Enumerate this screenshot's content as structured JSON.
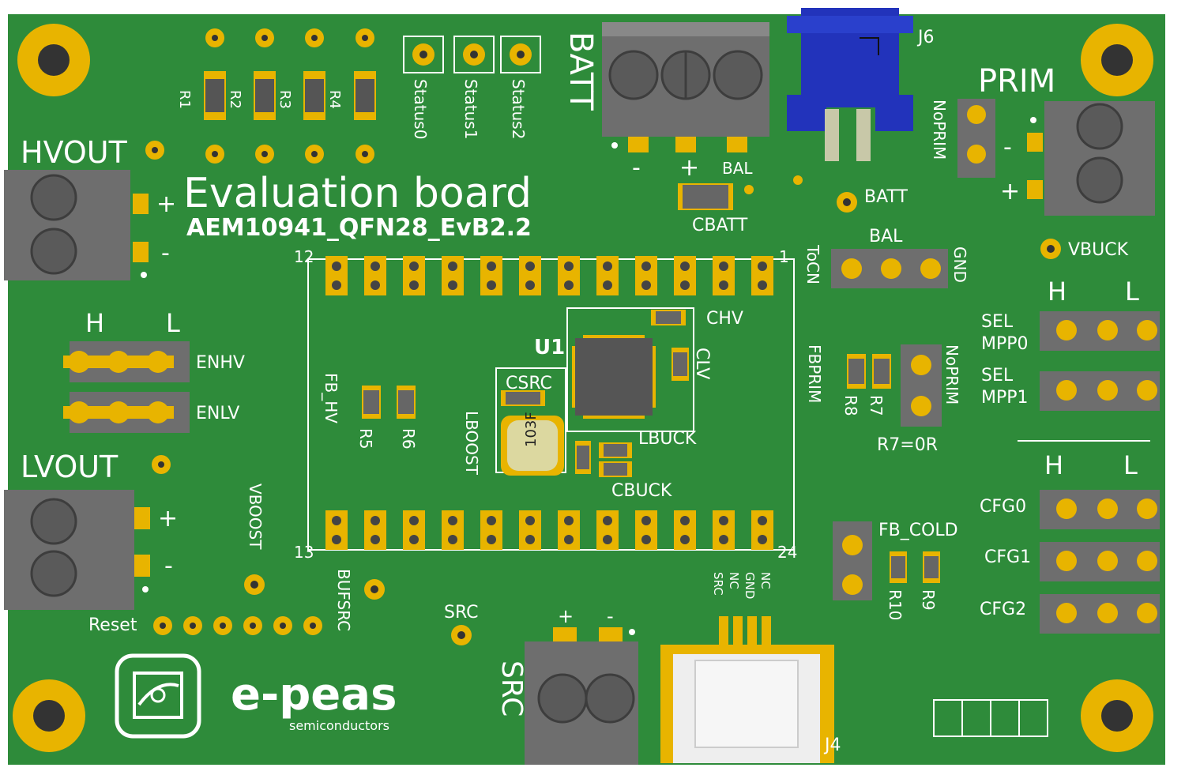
{
  "board": {
    "title": "Evaluation board",
    "part_number": "AEM10941_QFN28_EvB2.2",
    "pcb_color": "#2e8b3a",
    "pad_color": "#e8b400",
    "terminal_color": "#6e6e6e",
    "connector_blue": "#2233bb"
  },
  "labels": {
    "hvout": "HVOUT",
    "lvout": "LVOUT",
    "batt_big": "BATT",
    "prim_big": "PRIM",
    "j6": "J6",
    "j4": "J4",
    "src_big": "SRC",
    "r1": "R1",
    "r2": "R2",
    "r3": "R3",
    "r4": "R4",
    "status0": "Status0",
    "status1": "Status1",
    "status2": "Status2",
    "minus": "-",
    "plus": "+",
    "bal": "BAL",
    "cbatt": "CBATT",
    "batt": "BATT",
    "noprim": "NoPRIM",
    "vbuck": "VBUCK",
    "toCN": "ToCN",
    "gnd": "GND",
    "bal2": "BAL",
    "pin12": "12",
    "pin1": "1",
    "pin13": "13",
    "pin24": "24",
    "h": "H",
    "l": "L",
    "enhv": "ENHV",
    "enlv": "ENLV",
    "u1": "U1",
    "chv": "CHV",
    "clv": "CLV",
    "csrc": "CSRC",
    "fb_hv": "FB_HV",
    "r5": "R5",
    "r6": "R6",
    "lboost": "LBOOST",
    "lbuck": "LBUCK",
    "cbuck": "CBUCK",
    "inductor_code": "103F",
    "fbprim": "FBPRIM",
    "r8": "R8",
    "r7": "R7",
    "noprim2": "NoPRIM",
    "r7_note": "R7=0R",
    "sel_mpp0_a": "SEL",
    "sel_mpp0_b": "MPP0",
    "sel_mpp1_a": "SEL",
    "sel_mpp1_b": "MPP1",
    "cfg0": "CFG0",
    "cfg1": "CFG1",
    "cfg2": "CFG2",
    "fb_cold": "FB_COLD",
    "r10": "R10",
    "r9": "R9",
    "vboost": "VBOOST",
    "bufsrc": "BUFSRC",
    "src": "SRC",
    "reset": "Reset",
    "j4_pins": [
      "SRC",
      "NC",
      "GND",
      "NC"
    ],
    "logo_name": "e-peas",
    "logo_sub": "semiconductors"
  }
}
